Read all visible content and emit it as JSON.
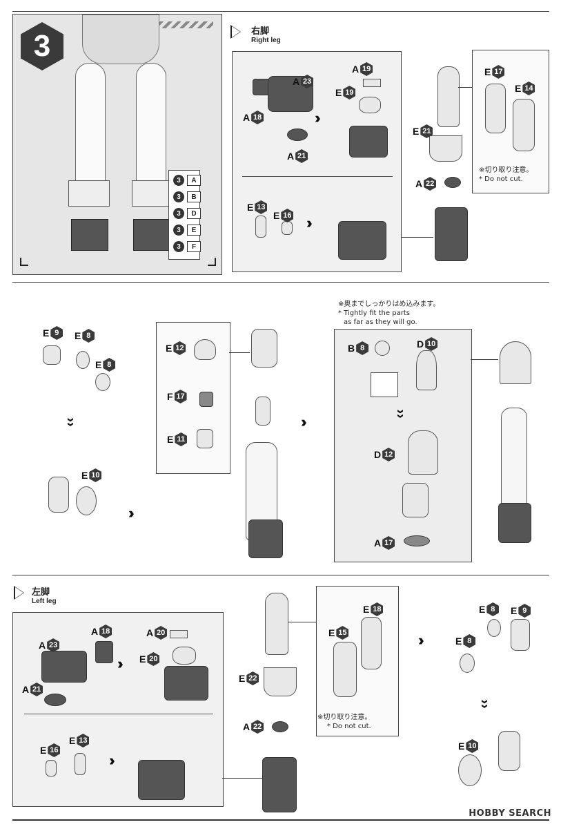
{
  "step": "3",
  "subassemblies": [
    "A",
    "B",
    "D",
    "E",
    "F"
  ],
  "right_leg": {
    "jp": "右脚",
    "en": "Right leg"
  },
  "left_leg": {
    "jp": "左脚",
    "en": "Left leg"
  },
  "cut_note": {
    "jp": "※切り取り注意。",
    "en": "* Do not cut."
  },
  "fit_note": {
    "jp": "※奥までしっかりはめ込みます。",
    "en1": "* Tightly fit the parts",
    "en2": "as far as they will go."
  },
  "tags": {
    "r_a23": [
      "A",
      "23"
    ],
    "r_a18": [
      "A",
      "18"
    ],
    "r_a21": [
      "A",
      "21"
    ],
    "r_a19": [
      "A",
      "19"
    ],
    "r_e19": [
      "E",
      "19"
    ],
    "r_e17": [
      "E",
      "17"
    ],
    "r_e14": [
      "E",
      "14"
    ],
    "r_e21": [
      "E",
      "21"
    ],
    "r_a22": [
      "A",
      "22"
    ],
    "r_e13": [
      "E",
      "13"
    ],
    "r_e16": [
      "E",
      "16"
    ],
    "m_e9": [
      "E",
      "9"
    ],
    "m_e8a": [
      "E",
      "8"
    ],
    "m_e8b": [
      "E",
      "8"
    ],
    "m_e10": [
      "E",
      "10"
    ],
    "m_e12": [
      "E",
      "12"
    ],
    "m_f17": [
      "F",
      "17"
    ],
    "m_e11": [
      "E",
      "11"
    ],
    "m_b8": [
      "B",
      "8"
    ],
    "m_d10": [
      "D",
      "10"
    ],
    "m_d12": [
      "D",
      "12"
    ],
    "m_a17": [
      "A",
      "17"
    ],
    "l_a23": [
      "A",
      "23"
    ],
    "l_a18": [
      "A",
      "18"
    ],
    "l_a21": [
      "A",
      "21"
    ],
    "l_a20": [
      "A",
      "20"
    ],
    "l_e20": [
      "E",
      "20"
    ],
    "l_e16": [
      "E",
      "16"
    ],
    "l_e13": [
      "E",
      "13"
    ],
    "l_e22": [
      "E",
      "22"
    ],
    "l_a22": [
      "A",
      "22"
    ],
    "l_e18": [
      "E",
      "18"
    ],
    "l_e15": [
      "E",
      "15"
    ],
    "l_e8a": [
      "E",
      "8"
    ],
    "l_e9": [
      "E",
      "9"
    ],
    "l_e8b": [
      "E",
      "8"
    ],
    "l_e10": [
      "E",
      "10"
    ]
  },
  "watermark": "HOBBY SEARCH"
}
